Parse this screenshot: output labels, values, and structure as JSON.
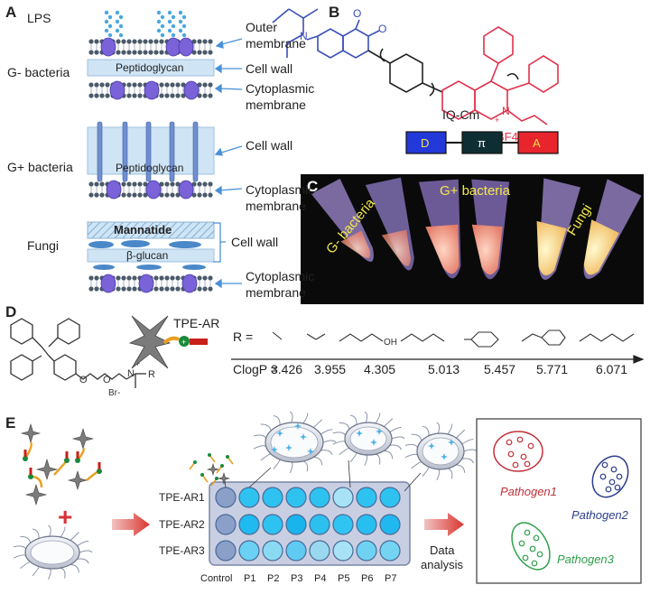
{
  "panels": {
    "a": "A",
    "b": "B",
    "c": "C",
    "d": "D",
    "e": "E"
  },
  "panelA": {
    "lps": "LPS",
    "gneg": "G- bacteria",
    "gpos": "G+ bacteria",
    "fungi": "Fungi",
    "outer_membrane": [
      "Outer",
      "membrane"
    ],
    "cell_wall": "Cell wall",
    "cytoplasmic": [
      "Cytoplasmic",
      "membrane"
    ],
    "peptidoglycan": "Peptidoglycan",
    "mannatide": "Mannatide",
    "beta_glucan": "β-glucan"
  },
  "panelB": {
    "name": "IQ-Cm",
    "donor": "D",
    "bridge": "π",
    "acceptor": "A",
    "n_plus": "N",
    "plus": "+",
    "bf4": "BF4-"
  },
  "panelC": {
    "gneg": "G- bacteria",
    "gpos": "G+ bacteria",
    "fungi": "Fungi"
  },
  "panelD": {
    "tpe_ar": "TPE-AR",
    "r_label": "R =",
    "oh": "OH",
    "clogp_label": "ClogP =",
    "clogp_values": [
      "3.426",
      "3.955",
      "4.305",
      "5.013",
      "5.457",
      "5.771",
      "6.071"
    ],
    "ammonium": {
      "n": "N",
      "plus": "+",
      "r": "R",
      "br": "Br-"
    }
  },
  "panelE": {
    "rows": [
      "TPE-AR1",
      "TPE-AR2",
      "TPE-AR3"
    ],
    "cols": [
      "Control",
      "P1",
      "P2",
      "P3",
      "P4",
      "P5",
      "P6",
      "P7"
    ],
    "data_analysis": [
      "Data",
      "analysis"
    ],
    "pathogens": [
      "Pathogen1",
      "Pathogen2",
      "Pathogen3"
    ]
  },
  "colors": {
    "blue_dye": "#3a4fb8",
    "red_dye": "#e0304a",
    "label": "#222222",
    "pathogen1": "#c0303a",
    "pathogen2": "#2c3e8c",
    "pathogen3": "#2ea04a"
  }
}
